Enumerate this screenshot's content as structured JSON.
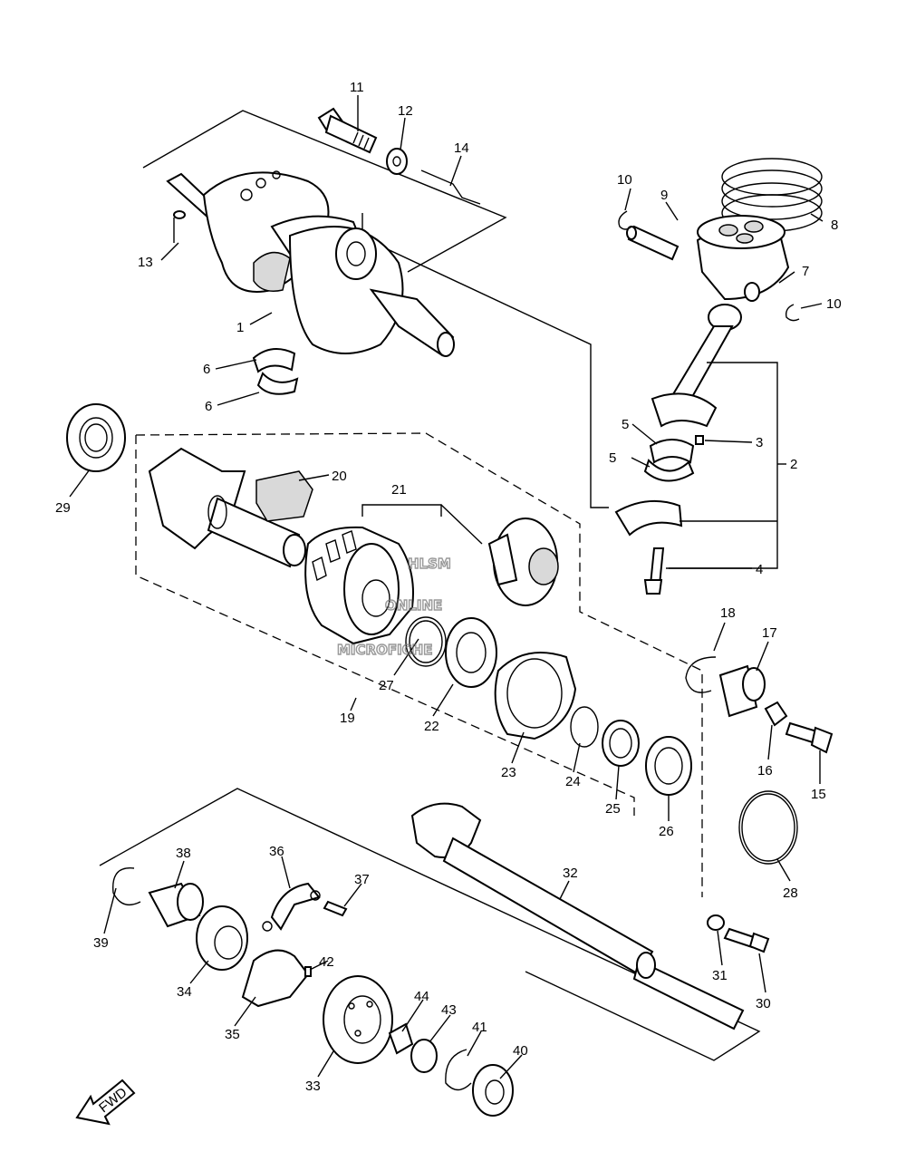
{
  "watermark": {
    "line1": "HLSM",
    "line2": "ONLINE",
    "line3": "MICROFICHE"
  },
  "fwd_label": "FWD",
  "labels": {
    "p1": "1",
    "p2": "2",
    "p3": "3",
    "p4": "4",
    "p5a": "5",
    "p5b": "5",
    "p6a": "6",
    "p6b": "6",
    "p7": "7",
    "p8": "8",
    "p9": "9",
    "p10a": "10",
    "p10b": "10",
    "p11": "11",
    "p12": "12",
    "p13": "13",
    "p14": "14",
    "p15": "15",
    "p16": "16",
    "p17": "17",
    "p18": "18",
    "p19": "19",
    "p20": "20",
    "p21": "21",
    "p22": "22",
    "p23": "23",
    "p24": "24",
    "p25": "25",
    "p26": "26",
    "p27": "27",
    "p28": "28",
    "p29": "29",
    "p30": "30",
    "p31": "31",
    "p32": "32",
    "p33": "33",
    "p34": "34",
    "p35": "35",
    "p36": "36",
    "p37": "37",
    "p38": "38",
    "p39": "39",
    "p40": "40",
    "p41": "41",
    "p42": "42",
    "p43": "43",
    "p44": "44"
  }
}
